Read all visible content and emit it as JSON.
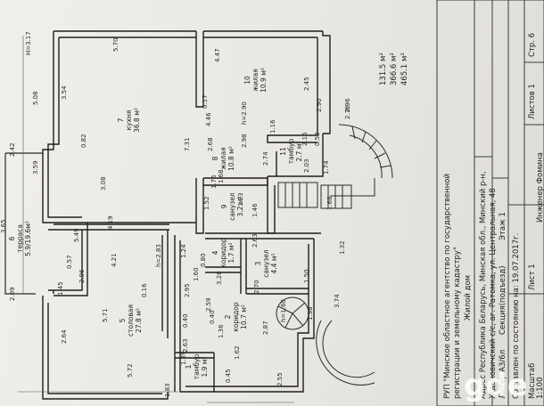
{
  "title_block": {
    "org": "РУП \"Минское областное агентство по государственной",
    "org2": "регистрации и земельному кадастру\"",
    "object": "Жилой дом",
    "address1": "Адрес Республика Беларусь, Минская обл., Минский р-н,",
    "address2": "Ждановичский с/с, аг. Ратомка, ул. Центральная, 48",
    "liter": "Литер А3/6л",
    "section": "Секция(подъезд)",
    "floor": "Этаж 1",
    "composed": "Составлен по состоянию на: 19.07.2017г.",
    "scale": "Масштаб",
    "scale_val": "1:100",
    "sheet": "Лист 1",
    "sheets": "Листов 1",
    "page": "Стр. 6",
    "engineer": "Инженер Фомина",
    "total_1": "131.5 м²",
    "total_2": "366.6 м²",
    "total_3": "465.1 м²"
  },
  "rooms": {
    "r1_num": "1",
    "r1_name": "тамбур",
    "r1_area": "1.9 м²",
    "r2_num": "2",
    "r2_name": "коридор",
    "r2_area": "10.7 м²",
    "r3_num": "3",
    "r3_name": "санузел",
    "r3_area": "4.4 м²",
    "r4_num": "4",
    "r4_name": "коридор",
    "r4_area": "1.7 м²",
    "r5_num": "5",
    "r5_name": "столовая",
    "r5_area": "27.8 м²",
    "r6_num": "6",
    "r6_name": "терраса",
    "r6_area": "5.9/19.6м²",
    "r7_num": "7",
    "r7_name": "кухня",
    "r7_area": "36.8 м²",
    "r8_num": "8",
    "r8_name": "жилая",
    "r8_area": "10.8 м²",
    "r9_num": "9",
    "r9_name": "санузел",
    "r9_area": "3.2 м²",
    "r10_num": "10",
    "r10_name": "жилая",
    "r10_area": "10.9 м²",
    "r11_num": "11",
    "r11_name": "тамбур",
    "r11_area": "2.7 м²"
  },
  "dims": {
    "d1": "1.83",
    "d2": "2.09",
    "d3": "3.65",
    "d4": "3.59",
    "d5": "2.42",
    "d6": "5.08",
    "d7": "Н=3.17",
    "d8": "5.70",
    "d9": "4.47",
    "d10": "2.45",
    "d11": "2.90",
    "d12": "h=2.90",
    "d13": "0.17",
    "d14": "4.46",
    "d15": "2.96",
    "d16": "0.52",
    "d17": "1.16",
    "d18": "2.16",
    "d19": "2.03",
    "d20": "1.74",
    "d21": "3.54",
    "d22": "0.82",
    "d23": "3.08",
    "d24": "7.31",
    "d25": "2.68",
    "d26": "2.98",
    "d27": "2.74",
    "d28": "1.76",
    "d29": "1.68",
    "d30": "4.19",
    "d31": "5.49",
    "d32": "0.57",
    "d33": "2.96",
    "d34": "4.21",
    "d35": "h=2.83",
    "d36": "1.24",
    "d37": "2.63",
    "d38": "1.32",
    "d39": "1.60",
    "d40": "0.80",
    "d41": "2.95",
    "d42": "0.16",
    "d43": "2.70",
    "d44": "1.50",
    "d45": "3.28",
    "d46": "2.59",
    "d47": "1.45",
    "d48": "5.71",
    "d49": "2.64",
    "d50": "0.40",
    "d51": "2.63",
    "d52": "1.36",
    "d53": "0.40",
    "d54": "2.87",
    "d55": "h=1.60",
    "d56": "1.98",
    "d57": "3.74",
    "d58": "5.72",
    "d59": "1.39",
    "d60": "1.62",
    "d61": "0.45",
    "d62": "2.55",
    "d63": "1.52",
    "d64": "1.33",
    "d65": "1.46",
    "d66": "2.76",
    "d67": "1.68"
  },
  "watermark": "gde"
}
